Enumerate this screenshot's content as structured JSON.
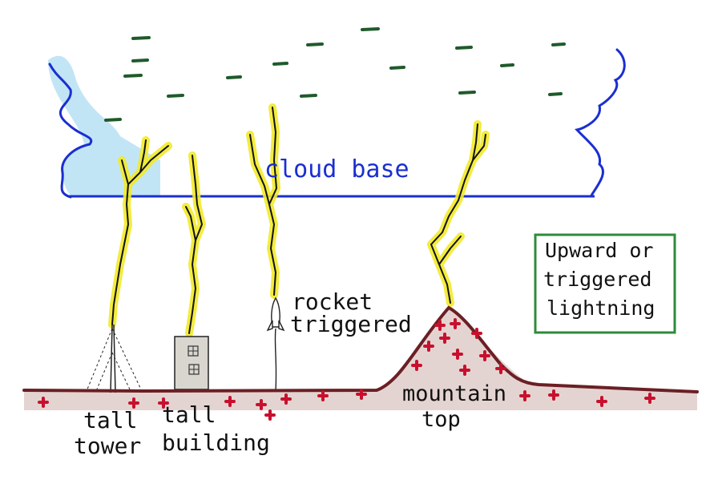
{
  "labels": {
    "cloud_base": "cloud base",
    "rocket_line1": "rocket",
    "rocket_line2": "triggered",
    "tower_line1": "tall",
    "tower_line2": "tower",
    "building_line1": "tall",
    "building_line2": "building",
    "mountain_line1": "mountain",
    "mountain_line2": "top",
    "box_line1": "Upward or",
    "box_line2": "triggered",
    "box_line3": "lightning"
  },
  "colors": {
    "cloud_outline": "#1a2fd0",
    "cloud_fill": "#8fd0ee",
    "ground": "#6b1f24",
    "ground_fill": "#b3857c",
    "charge": "#c8102e",
    "cloud_charge": "#1f5a2b",
    "lightning_glow": "#f2ea2a",
    "lightning_core": "#111111",
    "box_border": "#2e8b3a"
  }
}
